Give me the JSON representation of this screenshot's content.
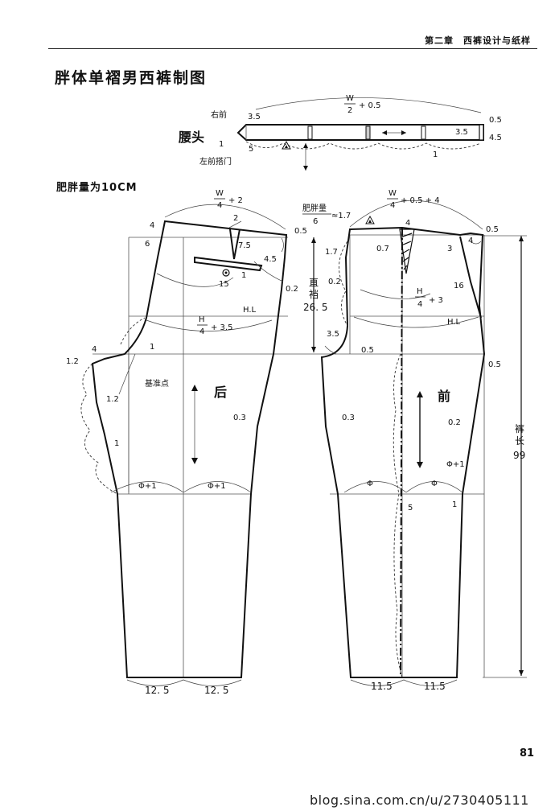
{
  "header": {
    "chapter": "第二章　西裤设计与纸样"
  },
  "title": "胖体单褶男西裤制图",
  "subtitle": "肥胖量为10CM",
  "waistband": {
    "label": "腰头",
    "right_front": "右前",
    "left_front": "左前搭门",
    "formula_num": "W",
    "formula_den": "2",
    "formula_rest": "+ 0.5",
    "m_3_5a": "3.5",
    "m_1": "1",
    "m_5": "5",
    "m_0_5": "0.5",
    "m_4_5": "4.5",
    "m_3_5b": "3.5",
    "m_1b": "1"
  },
  "back": {
    "label": "后",
    "waist_num": "W",
    "waist_den": "4",
    "waist_rest": "+ 2",
    "hip_num": "H",
    "hip_den": "4",
    "hip_rest": "+ 3.5",
    "hl": "H.L",
    "base_point": "基准点",
    "m_4": "4",
    "m_6": "6",
    "m_2": "2",
    "m_7_5": "7.5",
    "m_1_dart": "1",
    "m_15": "15",
    "m_4_5": "4.5",
    "m_0_5": "0.5",
    "m_0_2": "0.2",
    "m_1_2a": "1.2",
    "m_4b": "4",
    "m_1c": "1",
    "m_1_2b": "1.2",
    "m_1d": "1",
    "m_0_3": "0.3",
    "knee_a": "Φ+1",
    "knee_b": "Φ+1",
    "hem_a": "12. 5",
    "hem_b": "12. 5"
  },
  "rise": {
    "line1": "直",
    "line2": "裆",
    "value": "26. 5"
  },
  "front": {
    "label": "前",
    "obese_label": "肥胖量",
    "obese_den": "6",
    "obese_rest": "≈1.7",
    "waist_num": "W",
    "waist_den": "4",
    "waist_rest": "+ 0.5 + 4",
    "hip_num": "H",
    "hip_den": "4",
    "hip_rest": "+ 3",
    "hl": "H.L",
    "m_4": "4",
    "m_0_5a": "0.5",
    "m_4b": "4",
    "m_1_7": "1.7",
    "m_0_7": "0.7",
    "m_3": "3",
    "m_16": "16",
    "m_0_2": "0.2",
    "m_3_5": "3.5",
    "m_0_5b": "0.5",
    "m_0_5c": "0.5",
    "m_0_3": "0.3",
    "m_0_2b": "0.2",
    "m_5": "5",
    "m_1": "1",
    "knee_a": "Φ",
    "knee_b": "Φ",
    "knee_c": "Φ+1",
    "hem_a": "11.5",
    "hem_b": "11.5"
  },
  "length": {
    "line1": "裤",
    "line2": "长",
    "value": "99"
  },
  "page_number": "81",
  "watermark": "blog.sina.com.cn/u/2730405111"
}
